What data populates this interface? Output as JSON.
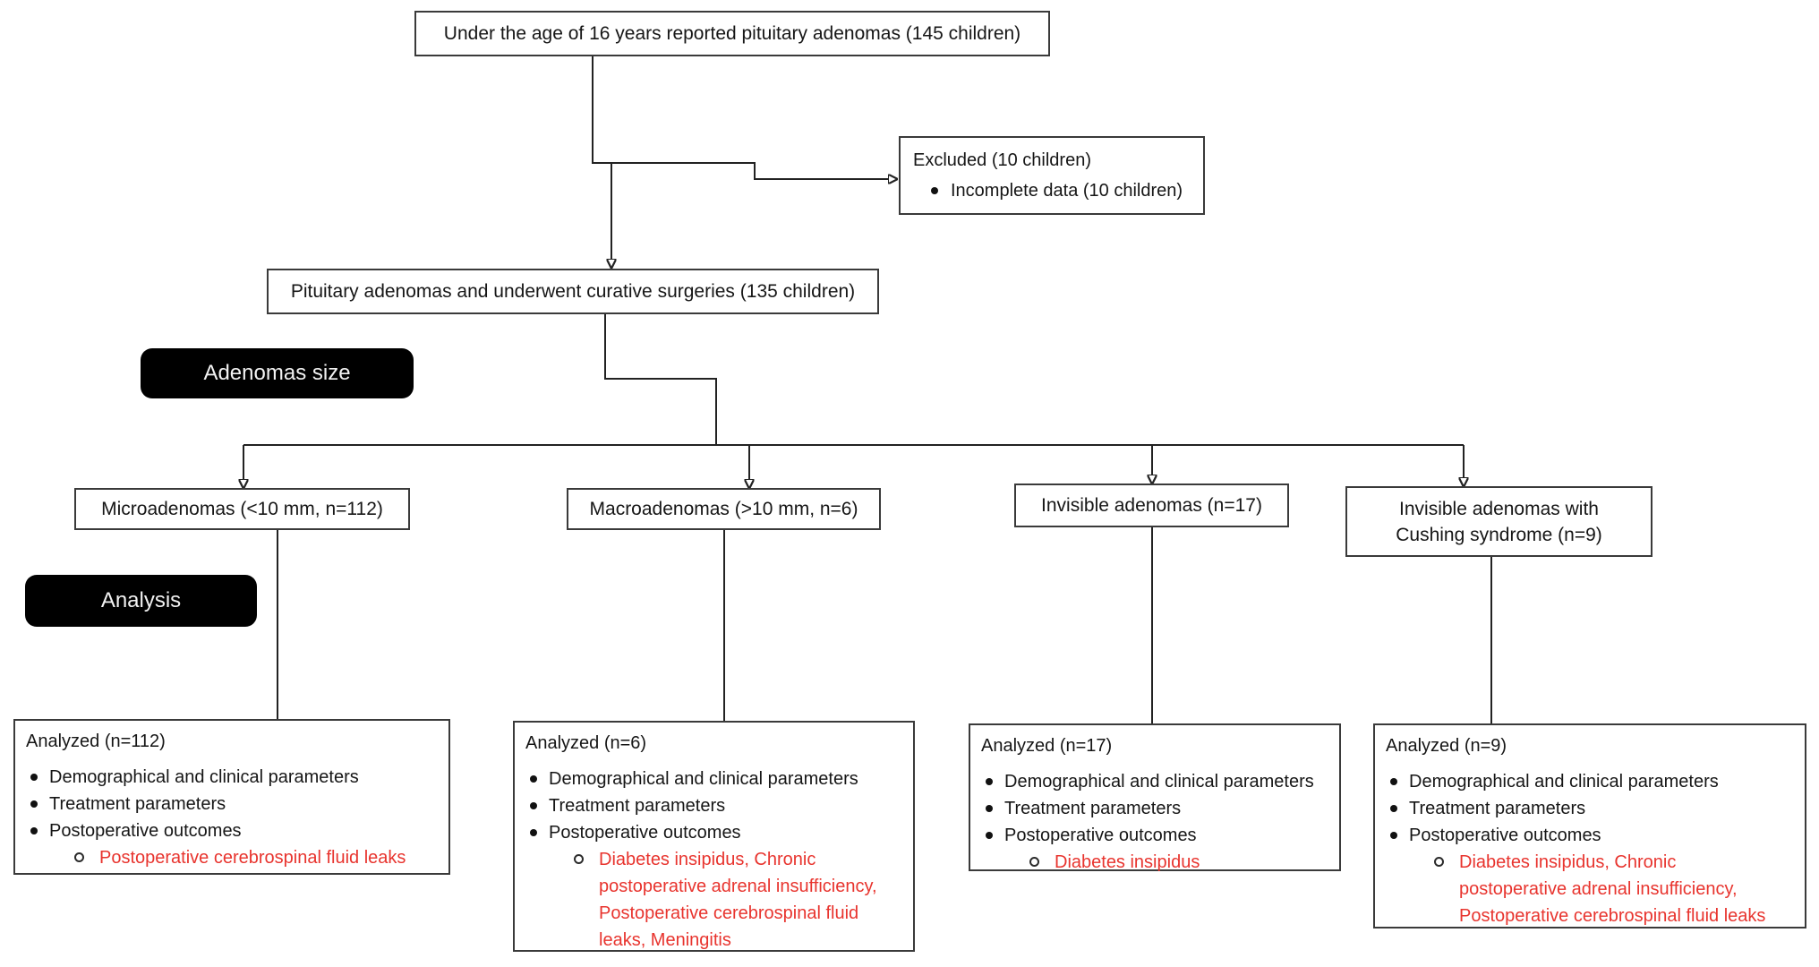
{
  "diagram": {
    "top_box": "Under the age of 16 years reported pituitary adenomas (145 children)",
    "excluded": {
      "title": "Excluded (10 children)",
      "item": "Incomplete data (10 children)"
    },
    "surgery_box": "Pituitary adenomas and underwent curative surgeries (135 children)",
    "stage_labels": {
      "size": "Adenomas size",
      "analysis": "Analysis"
    },
    "categories": [
      {
        "lines": [
          "Microadenomas (<10 mm, n=112)"
        ]
      },
      {
        "lines": [
          "Macroadenomas (>10 mm, n=6)"
        ]
      },
      {
        "lines": [
          "Invisible adenomas (n=17)"
        ]
      },
      {
        "lines": [
          "Invisible adenomas with",
          "Cushing syndrome (n=9)"
        ]
      }
    ],
    "analysis_boxes": [
      {
        "title": "Analyzed (n=112)",
        "bullets": [
          "Demographical and clinical parameters",
          "Treatment parameters",
          "Postoperative outcomes"
        ],
        "outcome_lines": [
          "Postoperative cerebrospinal fluid leaks"
        ]
      },
      {
        "title": "Analyzed (n=6)",
        "bullets": [
          "Demographical and clinical parameters",
          "Treatment parameters",
          "Postoperative outcomes"
        ],
        "outcome_lines": [
          "Diabetes insipidus, Chronic",
          "postoperative adrenal insufficiency,",
          "Postoperative cerebrospinal fluid",
          "leaks, Meningitis"
        ]
      },
      {
        "title": "Analyzed (n=17)",
        "bullets": [
          "Demographical and clinical parameters",
          "Treatment parameters",
          "Postoperative outcomes"
        ],
        "outcome_lines": [
          "Diabetes insipidus"
        ]
      },
      {
        "title": "Analyzed (n=9)",
        "bullets": [
          "Demographical and clinical parameters",
          "Treatment parameters",
          "Postoperative outcomes"
        ],
        "outcome_lines": [
          "Diabetes insipidus, Chronic",
          "postoperative adrenal insufficiency,",
          "Postoperative cerebrospinal fluid leaks"
        ]
      }
    ],
    "colors": {
      "outcome_red": "#e8342e",
      "label_bg": "#000000",
      "line": "#222222"
    }
  }
}
